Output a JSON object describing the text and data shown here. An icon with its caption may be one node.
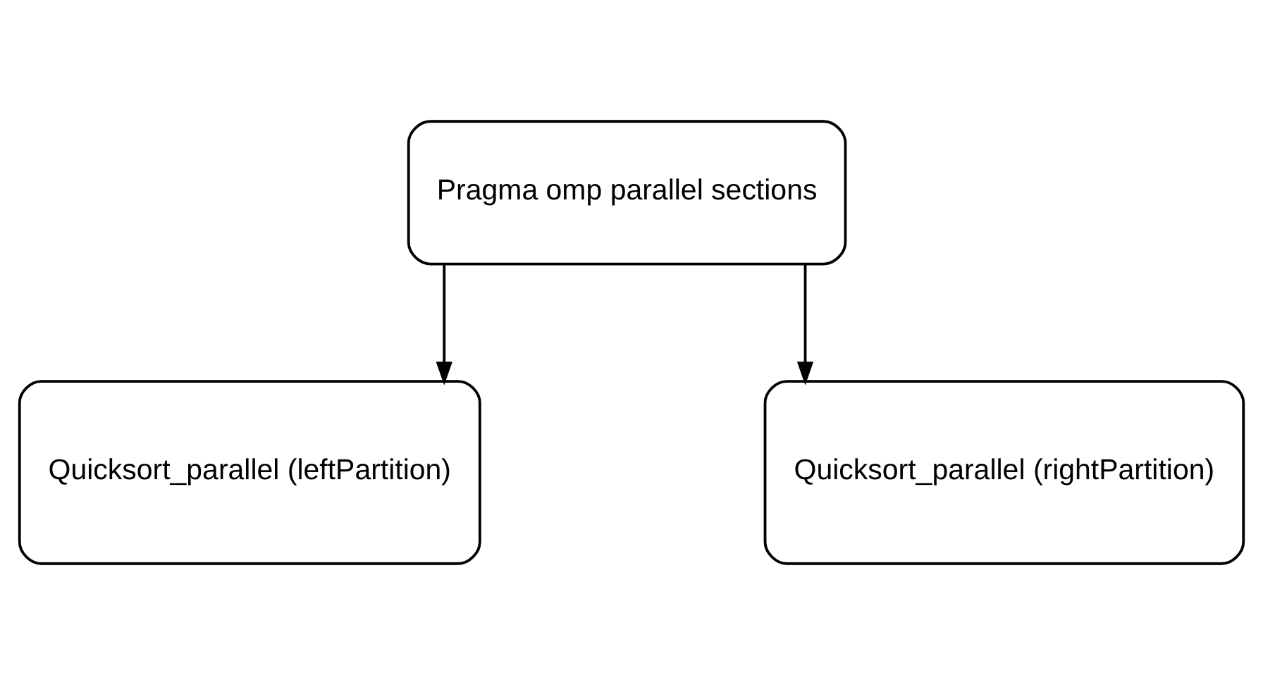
{
  "diagram": {
    "nodes": [
      {
        "text": [
          "Pragma omp parallel sections"
        ]
      },
      {
        "text": [
          "Quicksort_parallel (leftPartition)"
        ]
      },
      {
        "text": [
          "Quicksort_parallel (rightPartition)"
        ]
      }
    ],
    "edges": [
      {
        "from": 0,
        "to": 1,
        "arrow": "to"
      },
      {
        "from": 0,
        "to": 2,
        "arrow": "to"
      }
    ]
  }
}
